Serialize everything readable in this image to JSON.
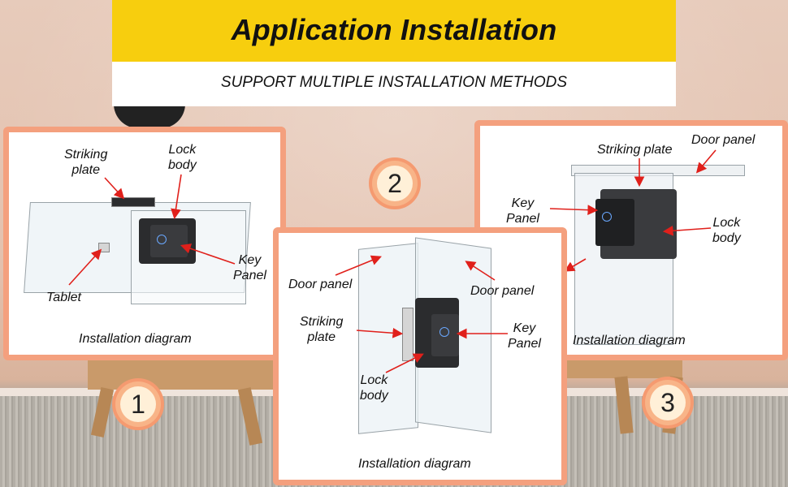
{
  "header": {
    "title": "Application Installation",
    "subtitle": "SUPPORT MULTIPLE INSTALLATION METHODS"
  },
  "panel1": {
    "badge": "1",
    "labels": {
      "striking_plate": "Striking\nplate",
      "lock_body": "Lock\nbody",
      "key_panel": "Key\nPanel",
      "tablet": "Tablet"
    },
    "caption": "Installation diagram"
  },
  "panel2": {
    "badge": "2",
    "labels": {
      "door_panel_left": "Door panel",
      "door_panel_right": "Door panel",
      "striking_plate": "Striking\nplate",
      "key_panel": "Key\nPanel",
      "lock_body": "Lock\nbody"
    },
    "caption": "Installation diagram"
  },
  "panel3": {
    "badge": "3",
    "labels": {
      "striking_plate": "Striking plate",
      "door_panel": "Door panel",
      "key_panel": "Key\nPanel",
      "lock_body": "Lock\nbody"
    },
    "caption": "Installation diagram"
  },
  "colors": {
    "accent_yellow": "#f7ce0e",
    "frame_orange": "#f4a07e",
    "arrow_red": "#e0201b"
  }
}
